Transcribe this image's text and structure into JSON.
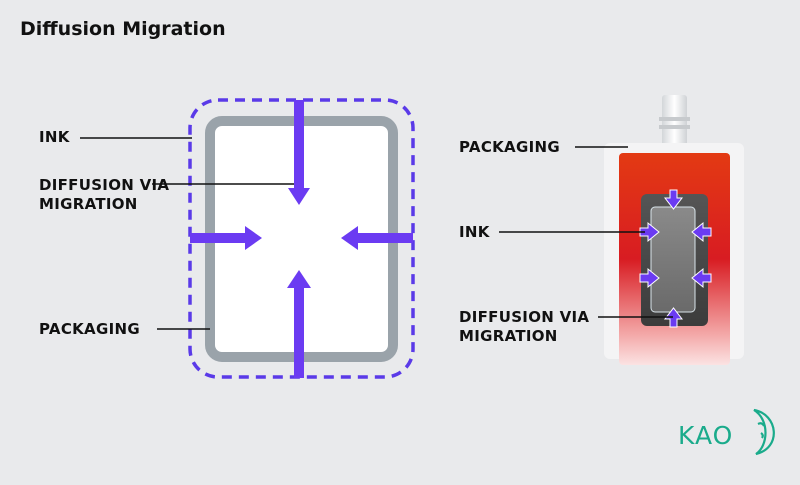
{
  "title": "Diffusion Migration",
  "left_labels": {
    "ink": "INK",
    "diffusion_line1": "DIFFUSION VIA",
    "diffusion_line2": "MIGRATION",
    "packaging": "PACKAGING"
  },
  "right_labels": {
    "packaging": "PACKAGING",
    "ink": "INK",
    "diffusion_line1": "DIFFUSION VIA",
    "diffusion_line2": "MIGRATION"
  },
  "logo": {
    "text": "KAO"
  },
  "colors": {
    "arrow": "#6b3bf2",
    "dashed_border": "#5a3ae8",
    "packaging_gray": "#9aa3aa",
    "pouch_red": "#e8341a",
    "logo_green": "#1aab8b"
  }
}
